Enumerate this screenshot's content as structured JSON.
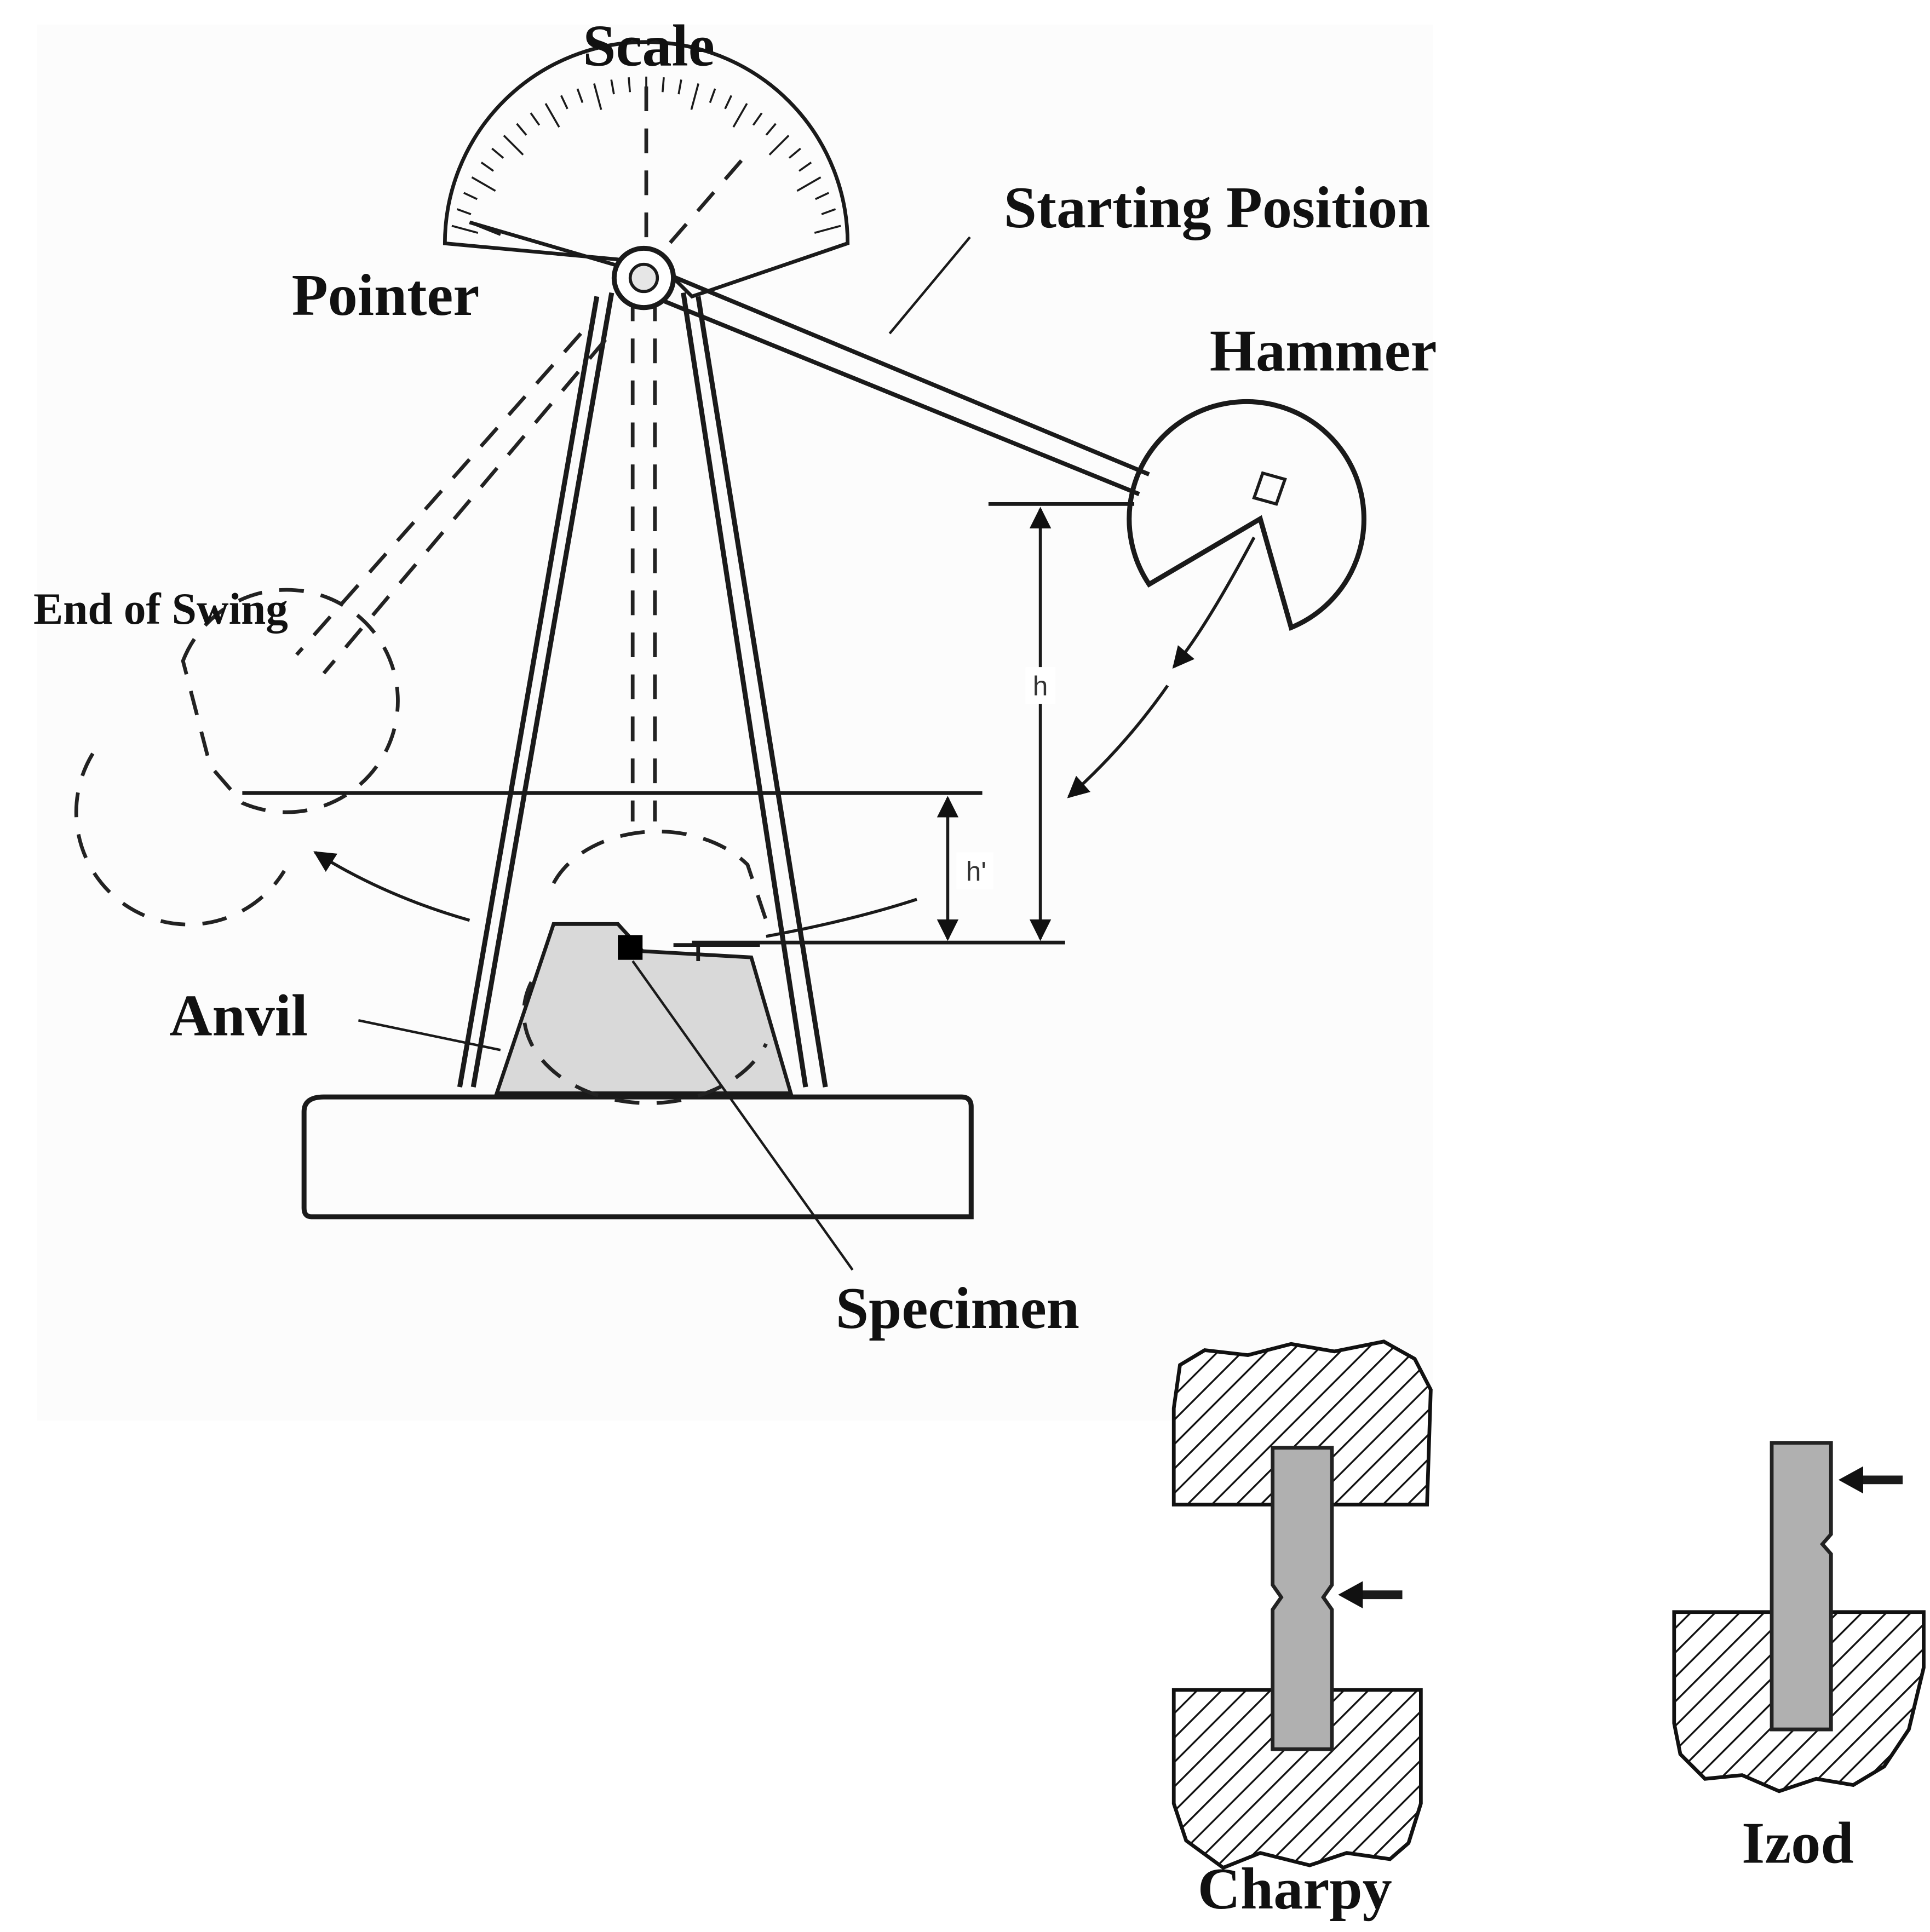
{
  "labels": {
    "scale": "Scale",
    "starting_position": "Starting Position",
    "pointer": "Pointer",
    "hammer": "Hammer",
    "end_of_swing": "End of Swing",
    "anvil": "Anvil",
    "specimen": "Specimen",
    "charpy": "Charpy",
    "izod": "Izod",
    "h": "h",
    "h_prime": "h'"
  },
  "colors": {
    "line": "#1a1a1a",
    "anvil_fill": "#d9d9d9",
    "specimen_bar_fill": "#b0b0b0",
    "specimen_block": "#000000"
  }
}
